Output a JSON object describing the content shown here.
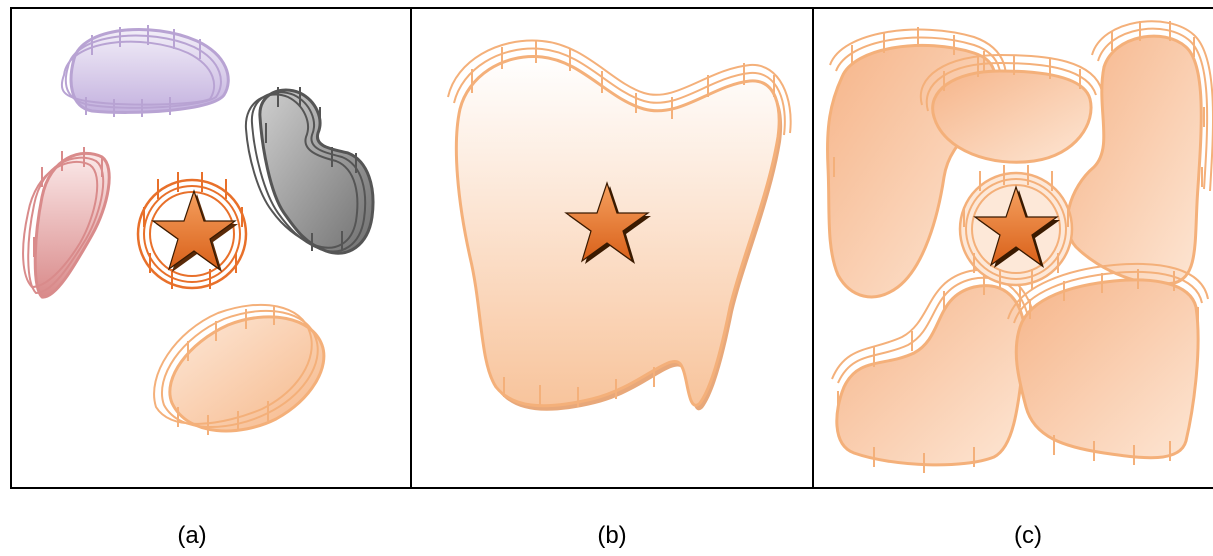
{
  "panels": [
    {
      "caption": "(a)"
    },
    {
      "caption": "(b)"
    },
    {
      "caption": "(c)"
    }
  ],
  "colors": {
    "orange_fence": "#f4b07a",
    "orange_fill": "#f9c9a4",
    "purple_fence": "#b8a3d3",
    "purple_fill": "#c9b7e2",
    "red_fence": "#d98b8b",
    "red_fill": "#e3a0a0",
    "gray_fence": "#555555",
    "gray_fill": "#7a7a7a",
    "dark_orange_fence": "#e8702a",
    "star_fill": "#e8762e",
    "star_stroke": "#3a1a00"
  }
}
